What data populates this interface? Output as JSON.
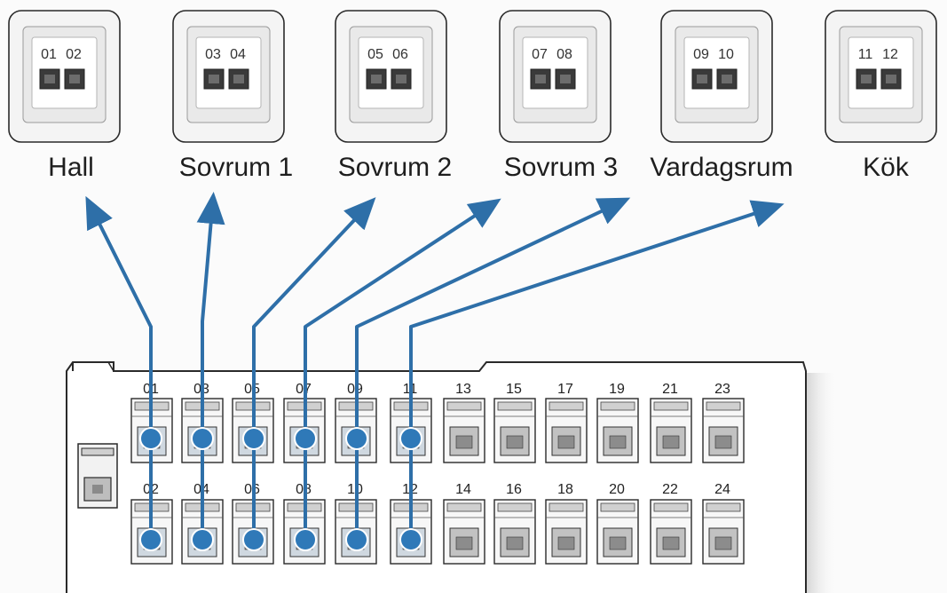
{
  "colors": {
    "cable": "#2e6fa8",
    "node": "#2f79b8",
    "outline": "#2a2a2a",
    "plate": "#e9e9e9",
    "jack": "#3a3a3a"
  },
  "rooms": [
    {
      "label": "Hall",
      "ports": [
        "01",
        "02"
      ]
    },
    {
      "label": "Sovrum 1",
      "ports": [
        "03",
        "04"
      ]
    },
    {
      "label": "Sovrum 2",
      "ports": [
        "05",
        "06"
      ]
    },
    {
      "label": "Sovrum 3",
      "ports": [
        "07",
        "08"
      ]
    },
    {
      "label": "Vardagsrum",
      "ports": [
        "09",
        "10"
      ]
    },
    {
      "label": "Kök",
      "ports": [
        "11",
        "12"
      ]
    }
  ],
  "patch_panel": {
    "top_row": [
      "01",
      "03",
      "05",
      "07",
      "09",
      "11",
      "13",
      "15",
      "17",
      "19",
      "21",
      "23"
    ],
    "bottom_row": [
      "02",
      "04",
      "06",
      "08",
      "10",
      "12",
      "14",
      "16",
      "18",
      "20",
      "22",
      "24"
    ],
    "connected_count": 6
  }
}
